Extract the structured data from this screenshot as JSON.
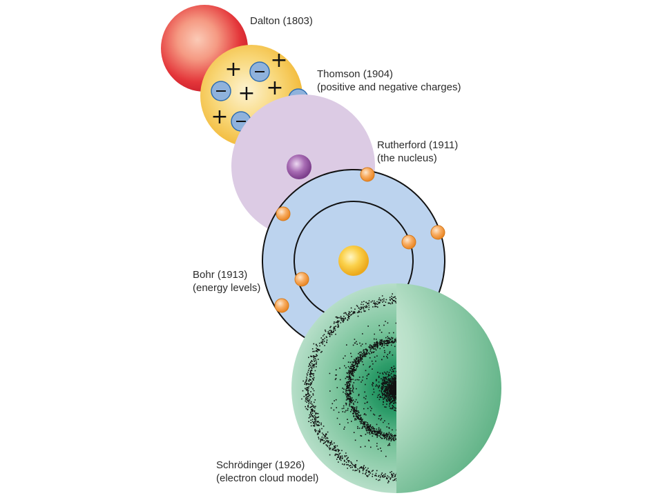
{
  "models": [
    {
      "id": "dalton",
      "title": "Dalton (1803)",
      "subtitle": ""
    },
    {
      "id": "thomson",
      "title": "Thomson (1904)",
      "subtitle": "(positive and negative charges)"
    },
    {
      "id": "rutherford",
      "title": "Rutherford (1911)",
      "subtitle": "(the nucleus)"
    },
    {
      "id": "bohr",
      "title": "Bohr (1913)",
      "subtitle": "(energy levels)"
    },
    {
      "id": "schrodinger",
      "title": "Schrödinger (1926)",
      "subtitle": "(electron cloud model)"
    }
  ],
  "symbols": {
    "plus": "+",
    "minus": "−"
  },
  "colors": {
    "dalton": "#e02c36",
    "thomson": "#f5c84a",
    "rutherford": "#dcc8e3",
    "bohr": "#bcd3ee",
    "schrodinger": "#7cc39a",
    "electron": "#f6a24a",
    "nucleus": "#f7c631",
    "rutherford_nucleus": "#9b5aa7"
  }
}
